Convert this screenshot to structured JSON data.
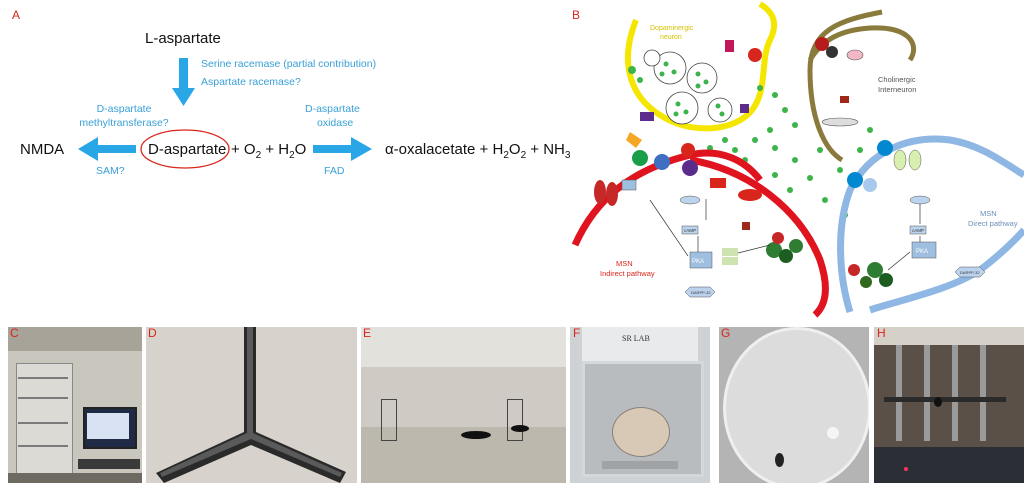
{
  "panels": {
    "a": "A",
    "b": "B",
    "c": "C",
    "d": "D",
    "e": "E",
    "f": "F",
    "g": "G",
    "h": "H"
  },
  "scheme": {
    "substrate": "L-aspartate",
    "enzyme_racemase_1": "Serine racemase (partial contribution)",
    "enzyme_racemase_2": "Aspartate racemase?",
    "center": "D-aspartate",
    "plus_o2": "+ O",
    "o2_sub": "2",
    "plus_h2o_a": "+ H",
    "h2o_sub": "2",
    "h2o_b": "O",
    "methyl_1": "D-aspartate",
    "methyl_2": "methyltransferase?",
    "sam": "SAM?",
    "product_left": "NMDA",
    "oxidase_1": "D-aspartate",
    "oxidase_2": "oxidase",
    "fad": "FAD",
    "prod_a": "α-oxalacetate + H",
    "prod_sub1": "2",
    "prod_b": "O",
    "prod_sub2": "2",
    "prod_c": " + NH",
    "prod_sub3": "3"
  },
  "neuro": {
    "dopa_1": "Dopaminergic",
    "dopa_2": "neuron",
    "chol_1": "Cholinergic",
    "chol_2": "Interneuron",
    "msn_indirect_1": "MSN",
    "msn_indirect_2": "Indirect pathway",
    "msn_direct_1": "MSN",
    "msn_direct_2": "Direct pathway",
    "pka": "PKA",
    "camp": "cAMP",
    "darpp": "DARPP-32"
  },
  "photos": {
    "sr_lab": "SR LAB"
  },
  "colors": {
    "accent_red": "#d9261c",
    "arrow_blue": "#29a6e6",
    "dopa_yellow": "#f5e600",
    "chol_olive": "#8a7a3c",
    "msn_red": "#e0141e",
    "msn_blue": "#8fb7e3"
  }
}
